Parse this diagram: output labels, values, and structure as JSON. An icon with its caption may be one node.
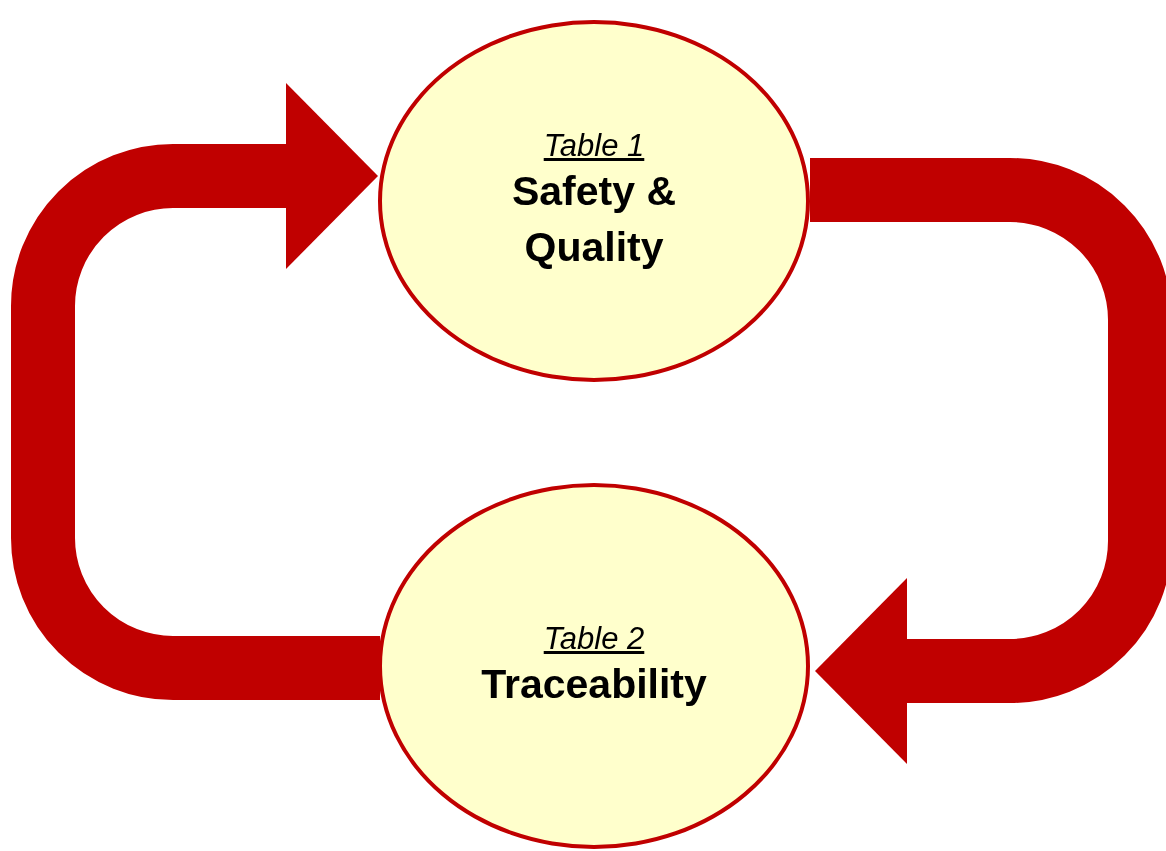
{
  "diagram": {
    "nodes": [
      {
        "text": [
          "Table 1",
          "Safety & Quality"
        ]
      },
      {
        "text": [
          "Table 2",
          "Traceability"
        ]
      }
    ],
    "edges": [
      {
        "from": 0,
        "to": 1,
        "arrow": "to"
      },
      {
        "from": 1,
        "to": 0,
        "arrow": "to"
      }
    ]
  }
}
